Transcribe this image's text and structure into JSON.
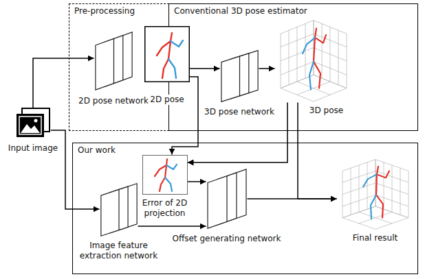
{
  "diagram": {
    "nodes": [
      {
        "text": [
          "Input image"
        ]
      },
      {
        "text": [
          "Pre-processing"
        ]
      },
      {
        "text": [
          "2D pose network"
        ],
        "in": 1
      },
      {
        "text": [
          "2D pose"
        ]
      },
      {
        "text": [
          "Conventional 3D pose estimator"
        ]
      },
      {
        "text": [
          "3D pose network"
        ],
        "in": 4
      },
      {
        "text": [
          "3D pose"
        ],
        "in": 4
      },
      {
        "text": [
          "Our work"
        ]
      },
      {
        "text": [
          "Error of 2D projection"
        ],
        "in": 7
      },
      {
        "text": [
          "Image feature extraction network"
        ],
        "in": 7
      },
      {
        "text": [
          "Offset generating network"
        ],
        "in": 7
      },
      {
        "text": [
          "Final result"
        ],
        "in": 7
      }
    ],
    "edges": [
      {
        "from": 0,
        "to": 2,
        "arrow": "to"
      },
      {
        "from": 3,
        "to": 5,
        "arrow": "to"
      },
      {
        "from": 5,
        "to": 6,
        "arrow": "to"
      },
      {
        "from": 6,
        "to": 8,
        "arrow": "to"
      },
      {
        "from": 3,
        "to": 8,
        "arrow": "to"
      },
      {
        "from": 8,
        "to": 10,
        "arrow": "to"
      },
      {
        "from": 9,
        "to": 10,
        "arrow": "to"
      },
      {
        "from": 0,
        "to": 9,
        "arrow": "to"
      },
      {
        "from": 10,
        "to": 11,
        "arrow": "to"
      },
      {
        "from": 6,
        "to": 11,
        "arrow": "to"
      }
    ]
  }
}
